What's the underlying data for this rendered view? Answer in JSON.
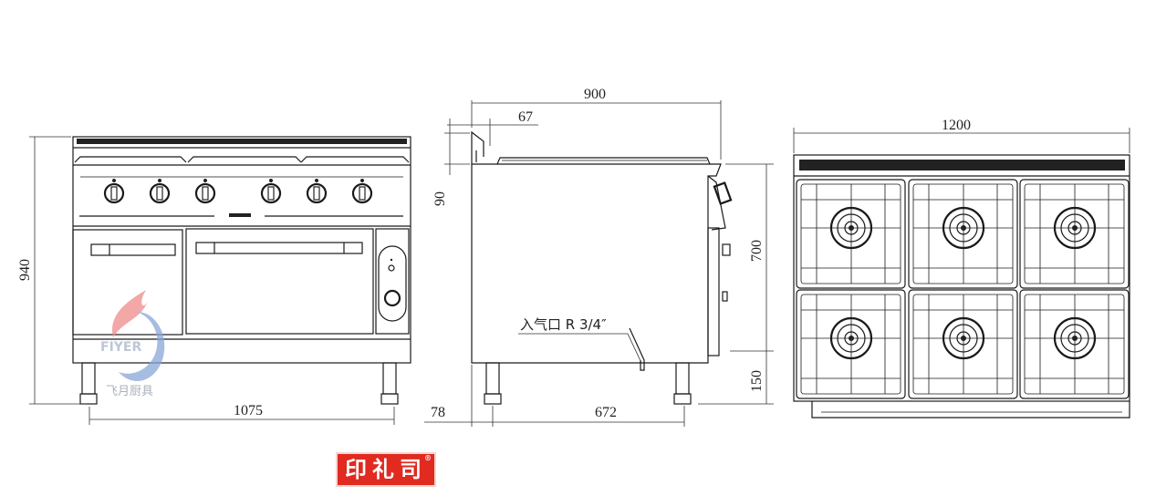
{
  "front_view": {
    "dim_height": "940",
    "dim_width": "1075"
  },
  "side_view": {
    "dim_depth": "900",
    "dim_backsplash": "67",
    "dim_top": "90",
    "dim_body": "700",
    "dim_legs": "150",
    "dim_leg_offset": "78",
    "dim_leg_span": "672",
    "gas_inlet_label": "入气口 R 3/4″"
  },
  "top_view": {
    "dim_width": "1200",
    "burners": 6
  },
  "watermark": {
    "brand_en": "FIYER",
    "brand_cn": "飞月厨具",
    "colors": {
      "flame": "#f08a8a",
      "moon": "#8aa6d8"
    }
  },
  "stamp": {
    "text": "印礼司",
    "mark": "®",
    "color": "#e12a20"
  }
}
